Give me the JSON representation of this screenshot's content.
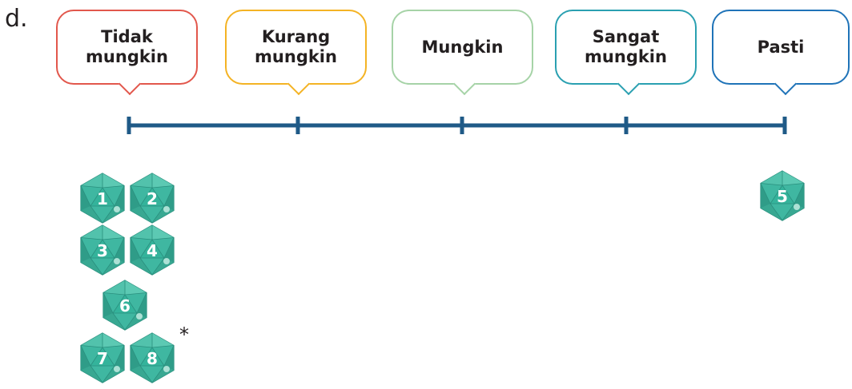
{
  "item_label": "d.",
  "scale": {
    "labels": [
      {
        "text": "Tidak mungkin",
        "line1": "Tidak",
        "line2": "mungkin",
        "color": "#e2574c"
      },
      {
        "text": "Kurang mungkin",
        "line1": "Kurang",
        "line2": "mungkin",
        "color": "#f4b324"
      },
      {
        "text": "Mungkin",
        "line1": "Mungkin",
        "line2": "",
        "color": "#a6d3a7"
      },
      {
        "text": "Sangat mungkin",
        "line1": "Sangat",
        "line2": "mungkin",
        "color": "#2aa0b1"
      },
      {
        "text": "Pasti",
        "line1": "Pasti",
        "line2": "",
        "color": "#1f73b8"
      }
    ],
    "line_color": "#1f5a87"
  },
  "dice": {
    "at_impossible": [
      "1",
      "2",
      "3",
      "4",
      "6",
      "7",
      "8"
    ],
    "at_certain": [
      "5"
    ],
    "color": "#34b39b"
  },
  "note_mark": "*"
}
